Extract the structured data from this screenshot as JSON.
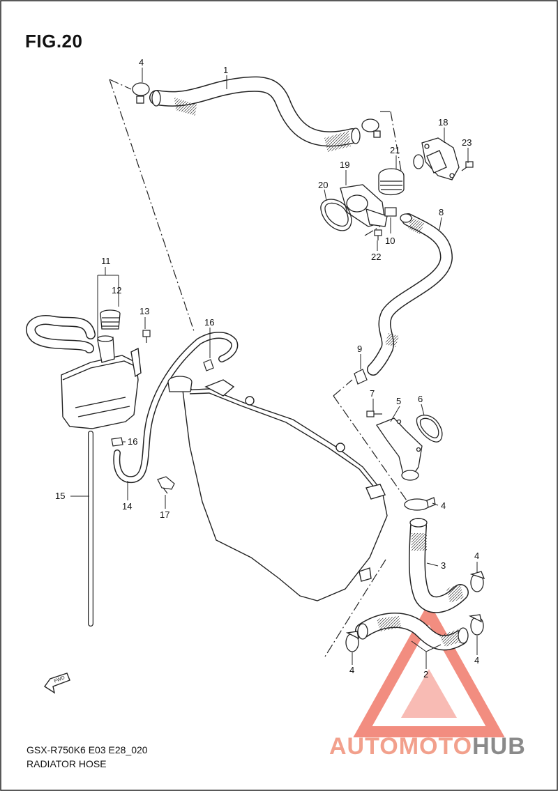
{
  "figure": {
    "title": "FIG.20",
    "model_code": "GSX-R750K6 E03 E28_020",
    "part_name": "RADIATOR HOSE"
  },
  "fwd_label": "FWD",
  "watermark": {
    "auto": "AUTO",
    "moto": "MOTO",
    "hub": "HUB",
    "color_red": "#f07a6a",
    "color_gray": "#8a8a8a"
  },
  "callouts": {
    "c1": "1",
    "c2": "2",
    "c3": "3",
    "c4a": "4",
    "c4b": "4",
    "c4c": "4",
    "c4d": "4",
    "c4e": "4",
    "c5": "5",
    "c6": "6",
    "c7": "7",
    "c8": "8",
    "c9": "9",
    "c10": "10",
    "c11": "11",
    "c12": "12",
    "c13": "13",
    "c14": "14",
    "c15": "15",
    "c16a": "16",
    "c16b": "16",
    "c17": "17",
    "c18": "18",
    "c19": "19",
    "c20": "20",
    "c21": "21",
    "c22": "22",
    "c23": "23"
  }
}
